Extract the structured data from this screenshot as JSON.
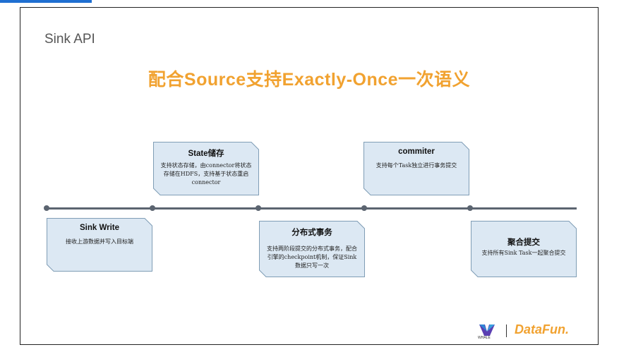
{
  "page": {
    "title": "Sink API",
    "headline": "配合Source支持Exactly-Once一次语义"
  },
  "timeline": {
    "cards_above": [
      {
        "title": "State储存",
        "desc": "支持状态存储，由connector将状态存储在HDFS，支持基于状态重启connector"
      },
      {
        "title": "commiter",
        "desc": "支持每个Task独立进行事务提交"
      }
    ],
    "cards_below": [
      {
        "title": "Sink Write",
        "desc": "接收上游数据并写入目标端"
      },
      {
        "title": "分布式事务",
        "desc": "支持两阶段提交的分布式事务，配合引擎的checkpoint机制，保证Sink数据只写一次"
      },
      {
        "title": "聚合提交",
        "desc": "支持所有Sink Task一起聚合提交"
      }
    ]
  },
  "footer": {
    "whale_label": "WHALE",
    "brand": "DataFun.",
    "brand_color": "#f1a230"
  },
  "colors": {
    "accent": "#f1a230",
    "card_fill": "#dce8f3",
    "card_border": "#7f9db5",
    "timeline": "#5b6470",
    "top_sliver": "#1f6fd1"
  },
  "icons": [
    "whale-icon"
  ]
}
